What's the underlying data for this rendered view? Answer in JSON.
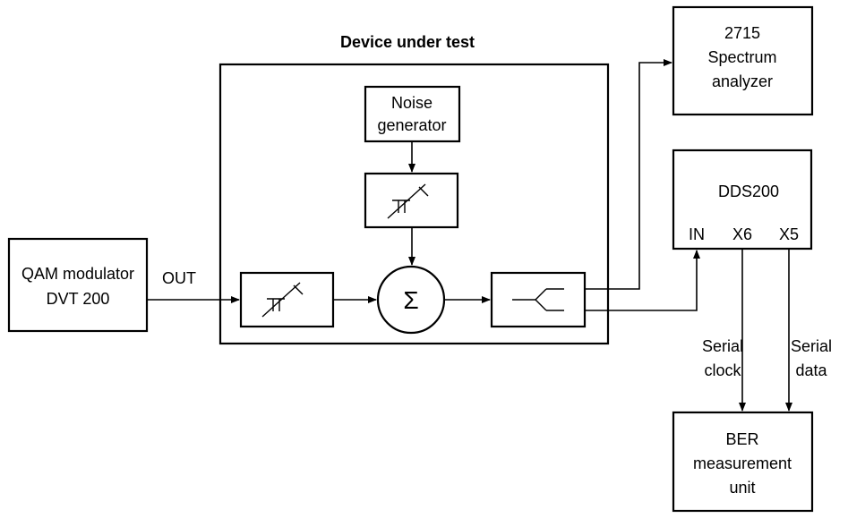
{
  "diagram": {
    "dut_title": "Device under test",
    "noise_generator": [
      "Noise",
      "generator"
    ],
    "qam_modulator": [
      "QAM modulator",
      "DVT 200"
    ],
    "out_label": "OUT",
    "spectrum_analyzer": [
      "2715",
      "Spectrum",
      "analyzer"
    ],
    "dds200": {
      "title": "DDS200",
      "ports": [
        "IN",
        "X6",
        "X5"
      ]
    },
    "serial_clock": [
      "Serial",
      "clock"
    ],
    "serial_data": [
      "Serial",
      "data"
    ],
    "ber_unit": [
      "BER",
      "measurement",
      "unit"
    ],
    "summer_symbol": "Σ"
  }
}
